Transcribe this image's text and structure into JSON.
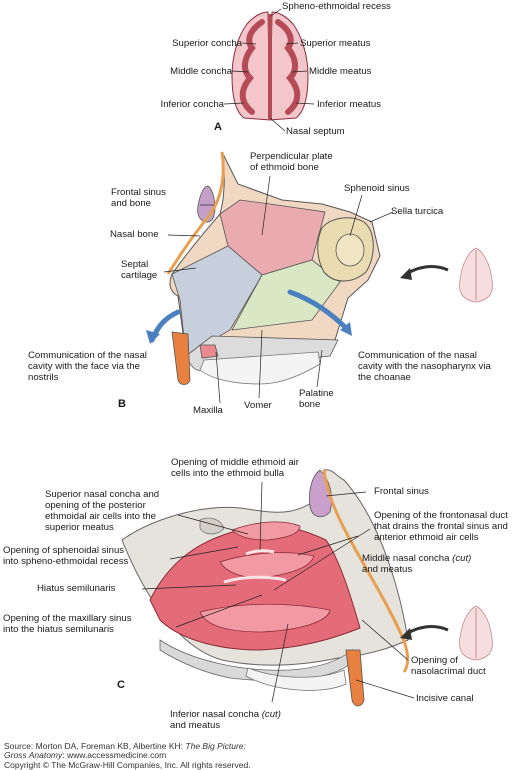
{
  "panel_a": {
    "letter": "A",
    "labels": {
      "recess": "Spheno-ethmoidal recess",
      "sup_concha": "Superior concha",
      "sup_meatus": "Superior meatus",
      "mid_concha": "Middle concha",
      "mid_meatus": "Middle meatus",
      "inf_concha": "Inferior concha",
      "inf_meatus": "Inferior meatus",
      "septum": "Nasal septum"
    }
  },
  "panel_b": {
    "letter": "B",
    "labels": {
      "perp_plate": [
        "Perpendicular plate",
        "of ethmoid bone"
      ],
      "frontal": [
        "Frontal sinus",
        "and bone"
      ],
      "sphenoid": "Sphenoid sinus",
      "sella": "Sella turcica",
      "nasal_bone": "Nasal bone",
      "septal": [
        "Septal",
        "cartilage"
      ],
      "comm_face": [
        "Communication of the nasal",
        "cavity with the face via the",
        "nostrils"
      ],
      "comm_naso": [
        "Communication of the nasal",
        "cavity with the nasopharynx via",
        "the choanae"
      ],
      "maxilla": "Maxilla",
      "vomer": "Vomer",
      "palatine": [
        "Palatine",
        "bone"
      ]
    }
  },
  "panel_c": {
    "letter": "C",
    "labels": {
      "mid_ethmoid": [
        "Opening of middle ethmoid air",
        "cells into the ethmoid bulla"
      ],
      "sup_concha": [
        "Superior nasal concha and",
        "opening of the posterior",
        "ethmoidal air cells into the",
        "superior meatus"
      ],
      "frontal": "Frontal sinus",
      "frontonasal": [
        "Opening of the frontonasal duct",
        "that drains the frontal sinus and",
        "anterior ethmoid air cells"
      ],
      "sphenoidal": [
        "Opening of sphenoidal sinus",
        "into spheno-ethmoidal recess"
      ],
      "mid_concha_a": "Middle nasal concha ",
      "mid_concha_cut": "(cut)",
      "mid_concha_b": "and meatus",
      "hiatus": "Hiatus semilunaris",
      "maxillary": [
        "Opening of the maxillary sinus",
        "into the hiatus semilunaris"
      ],
      "nasolacrimal": [
        "Opening of",
        "nasolacrimal duct"
      ],
      "incisive": "Incisive canal",
      "inf_concha_a": "Inferior nasal concha ",
      "inf_concha_cut": "(cut)",
      "inf_concha_b": "and meatus"
    }
  },
  "source": {
    "prefix": "Source: Morton DA, Foreman KB, Albertine KH: ",
    "book_a": "The Big Picture:",
    "book_b": "Gross Anatomy",
    "url": ": www.accessmedicine.com",
    "copyright": "Copyright © The McGraw-Hill Companies, Inc. All rights reserved."
  }
}
